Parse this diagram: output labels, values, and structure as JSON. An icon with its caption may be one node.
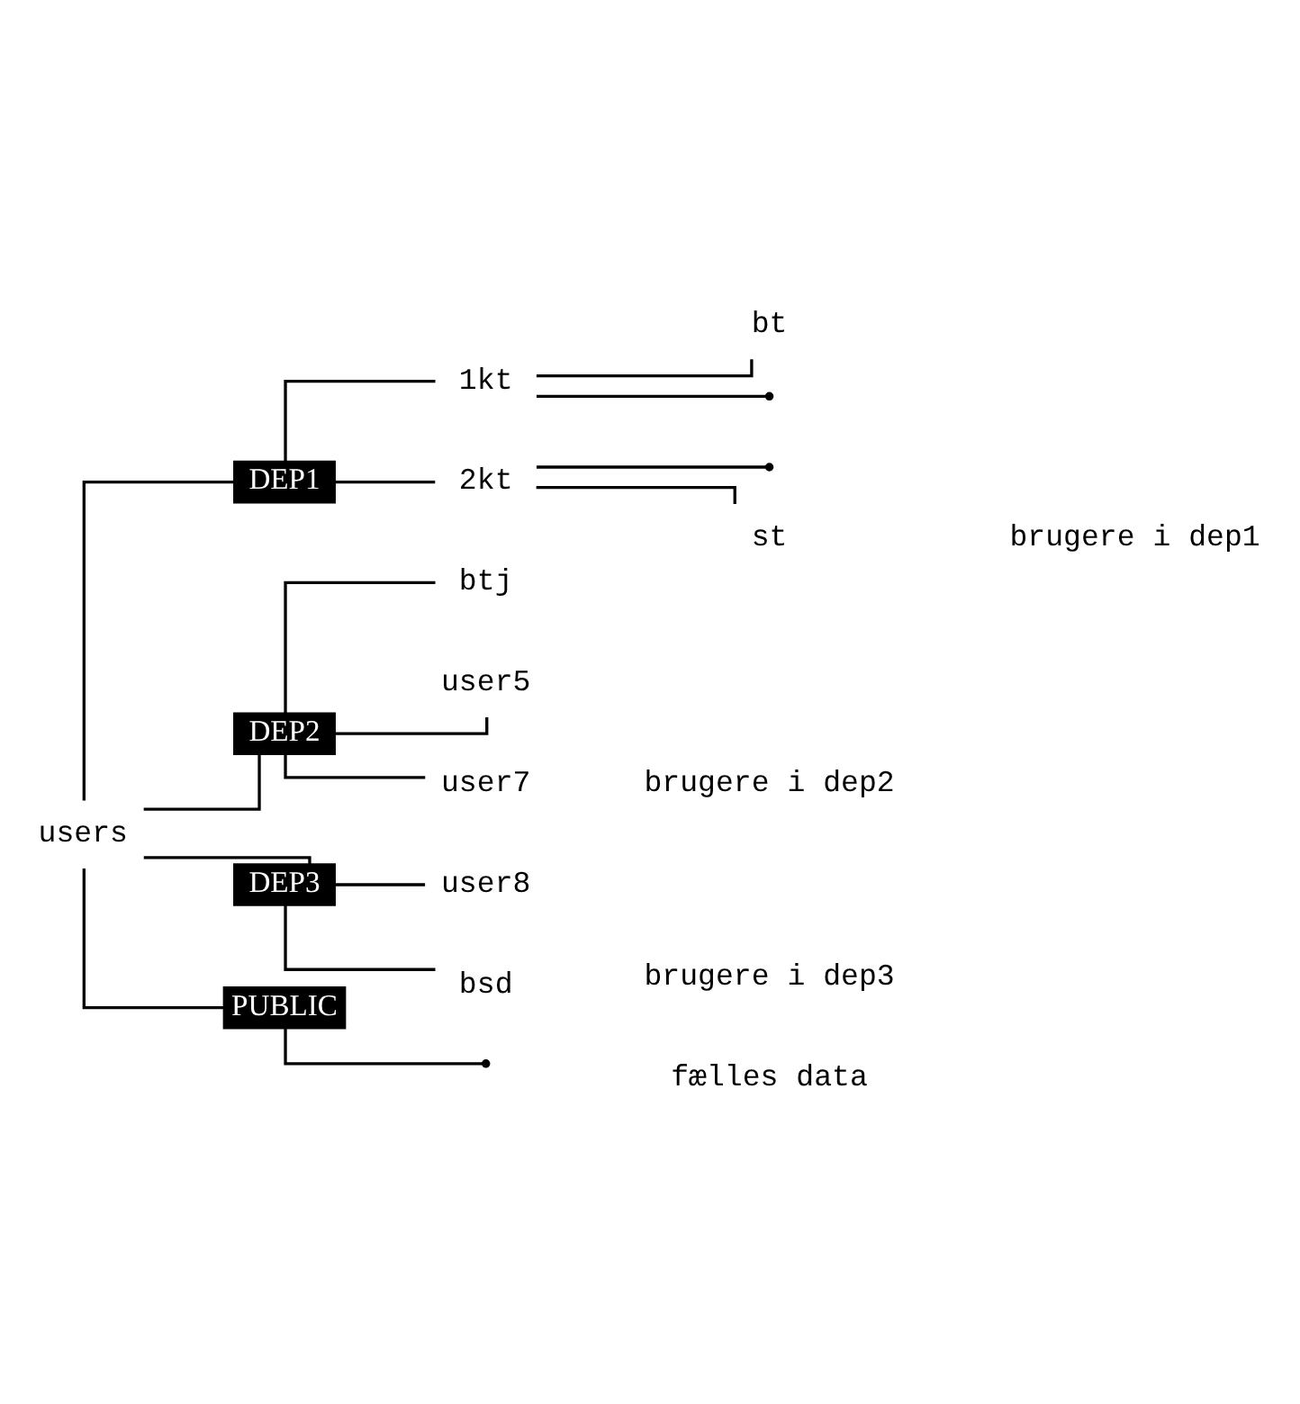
{
  "diagram": {
    "nodes": [
      {
        "text": [
          "users"
        ]
      },
      {
        "text": [
          "DEP1"
        ]
      },
      {
        "text": [
          "1kt"
        ]
      },
      {
        "text": [
          "bt"
        ]
      },
      {
        "text": [],
        "shape": "point"
      },
      {
        "text": [
          "2kt"
        ]
      },
      {
        "text": [],
        "shape": "point"
      },
      {
        "text": [
          "st"
        ]
      },
      {
        "text": [
          "DEP2"
        ]
      },
      {
        "text": [
          "btj"
        ]
      },
      {
        "text": [
          "user5"
        ]
      },
      {
        "text": [
          "user7"
        ]
      },
      {
        "text": [
          "DEP3"
        ]
      },
      {
        "text": [
          "user8"
        ]
      },
      {
        "text": [
          "bsd"
        ]
      },
      {
        "text": [
          "PUBLIC"
        ]
      },
      {
        "text": [],
        "shape": "point"
      }
    ],
    "edges": [
      {
        "from": 0,
        "to": 1,
        "arrow": "none"
      },
      {
        "from": 0,
        "to": 8,
        "arrow": "none"
      },
      {
        "from": 0,
        "to": 12,
        "arrow": "none"
      },
      {
        "from": 0,
        "to": 15,
        "arrow": "none"
      },
      {
        "from": 1,
        "to": 2,
        "arrow": "none"
      },
      {
        "from": 1,
        "to": 5,
        "arrow": "none"
      },
      {
        "from": 2,
        "to": 3,
        "arrow": "none"
      },
      {
        "from": 2,
        "to": 4,
        "arrow": "none"
      },
      {
        "from": 5,
        "to": 6,
        "arrow": "none"
      },
      {
        "from": 5,
        "to": 7,
        "arrow": "none"
      },
      {
        "from": 8,
        "to": 9,
        "arrow": "none"
      },
      {
        "from": 8,
        "to": 10,
        "arrow": "none"
      },
      {
        "from": 8,
        "to": 11,
        "arrow": "none"
      },
      {
        "from": 12,
        "to": 13,
        "arrow": "none"
      },
      {
        "from": 12,
        "to": 14,
        "arrow": "none"
      },
      {
        "from": 15,
        "to": 16,
        "arrow": "none"
      }
    ],
    "labels": [
      "brugere i dep1",
      "brugere i dep2",
      "brugere i dep3",
      "fælles data"
    ]
  }
}
